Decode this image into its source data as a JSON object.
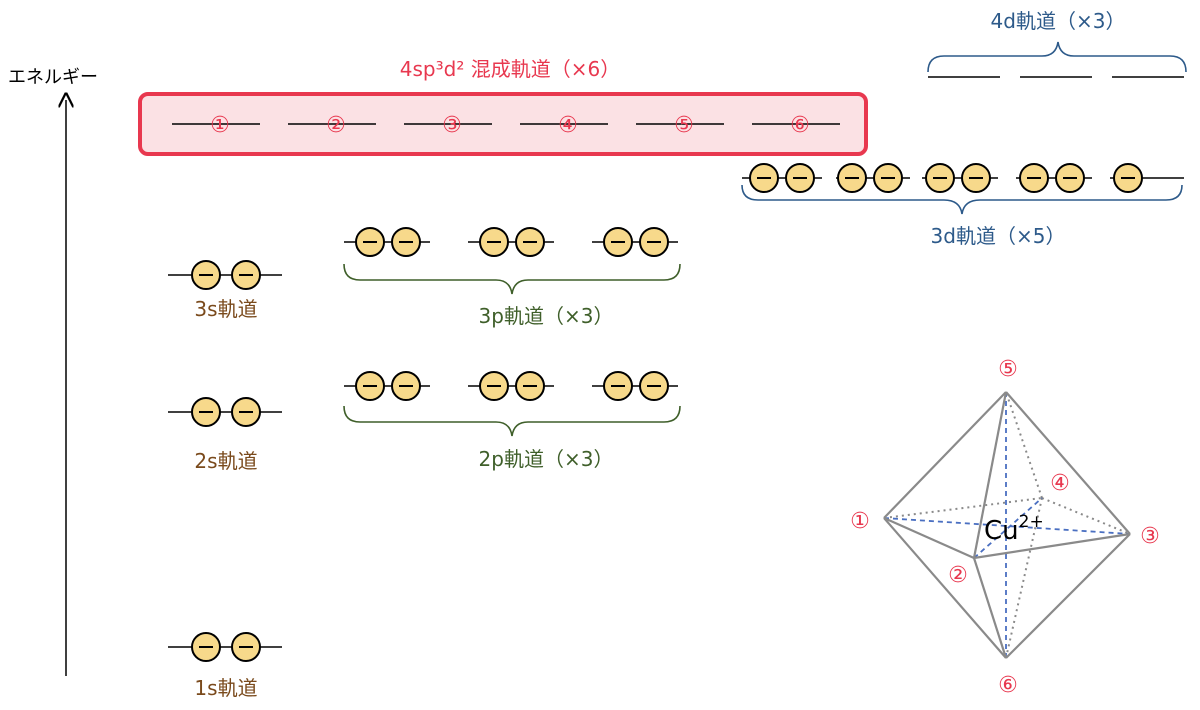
{
  "energy_axis": {
    "label": "エネルギー"
  },
  "hybrid": {
    "title": "4sp³d² 混成軌道（×6）",
    "slots": [
      "①",
      "②",
      "③",
      "④",
      "⑤",
      "⑥"
    ]
  },
  "orbitals": {
    "d4": {
      "label": "4d軌道（×3）"
    },
    "d3": {
      "label": "3d軌道（×5）"
    },
    "s3": {
      "label": "3s軌道"
    },
    "p3": {
      "label": "3p軌道（×3）"
    },
    "s2": {
      "label": "2s軌道"
    },
    "p2": {
      "label": "2p軌道（×3）"
    },
    "s1": {
      "label": "1s軌道"
    }
  },
  "electron": {
    "symbol": "−"
  },
  "octahedron": {
    "ion": "Cu",
    "charge": "2+",
    "vertex_labels": [
      "①",
      "②",
      "③",
      "④",
      "⑤",
      "⑥"
    ]
  },
  "colors": {
    "hybrid_red": "#e8384f",
    "hybrid_fill": "#fbe1e4",
    "blue": "#2d5a8a",
    "green": "#3f5f2a",
    "brown": "#7a4a1c",
    "electron_fill": "#f7d98b",
    "octa_gray": "#8a8a8a",
    "octa_blue": "#4a6fc1"
  }
}
